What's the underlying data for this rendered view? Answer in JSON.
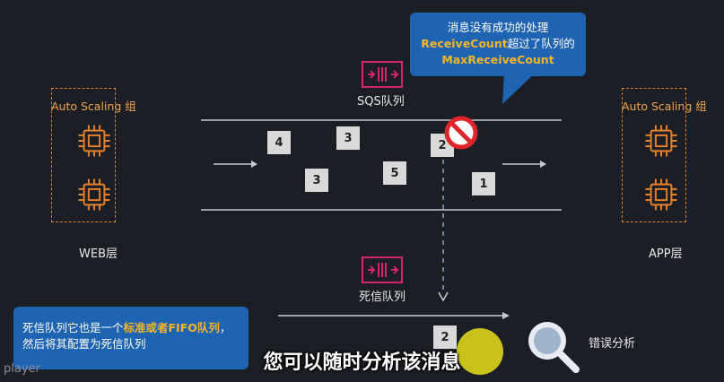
{
  "web_tier": {
    "group_label": "Auto Scaling 组",
    "tier_label": "WEB层"
  },
  "app_tier": {
    "group_label": "Auto Scaling 组",
    "tier_label": "APP层"
  },
  "sqs_queue": {
    "label": "SQS队列"
  },
  "dead_letter_queue": {
    "label": "死信队列"
  },
  "messages": {
    "m4": "4",
    "m3a": "3",
    "m3b": "3",
    "m5": "5",
    "m2": "2",
    "m1": "1",
    "m2_dlq": "2"
  },
  "top_bubble": {
    "line1": "消息没有成功的处理",
    "line2_hl": "ReceiveCount",
    "line2_rest": "超过了队列的",
    "line3_hl": "MaxReceiveCount"
  },
  "bottom_bubble": {
    "part1": "死信队列它也是一个",
    "part2_hl": "标准或者FIFO队列",
    "part3": "，然后将其配置为死信队列"
  },
  "error_analysis": {
    "label": "错误分析"
  },
  "subtitle": "您可以随时分析该消息",
  "watermark": "player",
  "colors": {
    "background": "#1b1e24",
    "asg_border": "#d9822b",
    "queue_icon": "#d6246e",
    "bubble_bg": "#1f63b3",
    "highlight": "#f5b625",
    "no_sign": "#e0242b"
  }
}
